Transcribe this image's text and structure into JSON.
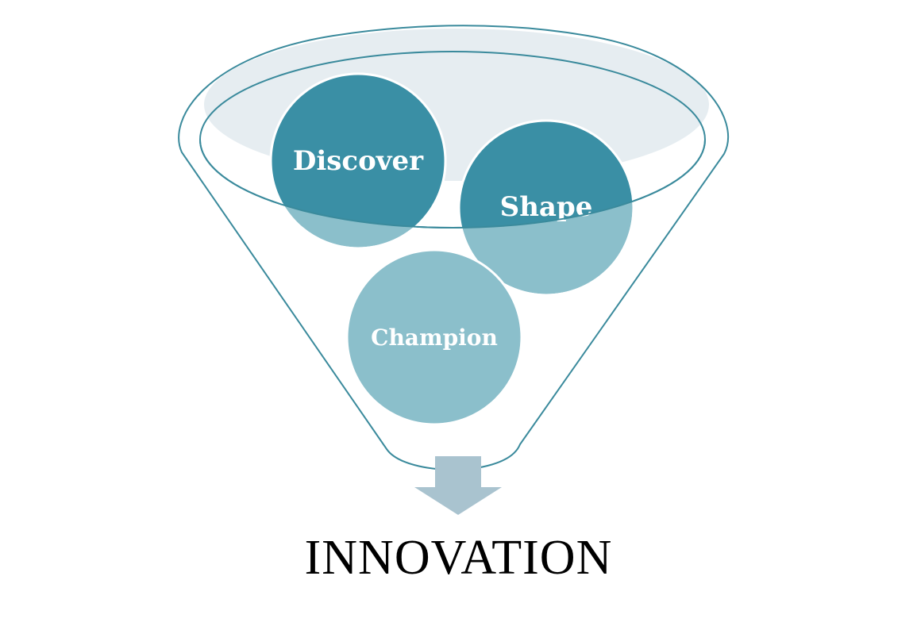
{
  "diagram": {
    "type": "funnel",
    "stages": [
      {
        "label": "Discover"
      },
      {
        "label": "Shape"
      },
      {
        "label": "Champion"
      }
    ],
    "output": {
      "label": "INNOVATION"
    }
  },
  "colors": {
    "funnel_outline": "#3a8a9c",
    "funnel_fill": "#e6edf1",
    "dark_circle": "#3a8fa5",
    "light_circle": "#8bbfcb",
    "arrow": "#a9c3cf",
    "label_text": "#ffffff",
    "output_text": "#000000"
  }
}
